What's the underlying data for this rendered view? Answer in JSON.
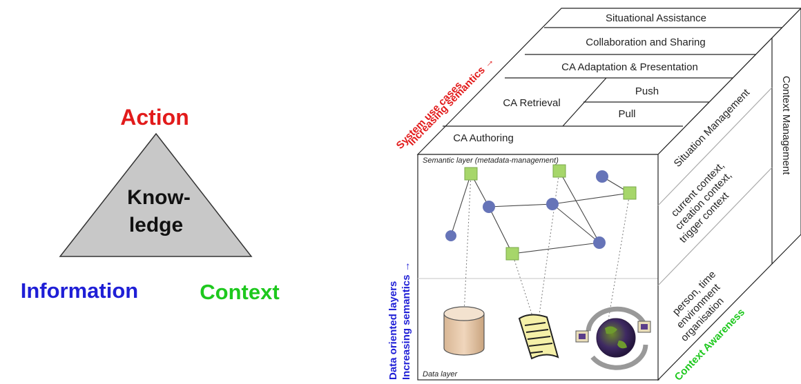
{
  "triangle": {
    "top_label": "Action",
    "center_line1": "Know-",
    "center_line2": "ledge",
    "left_label": "Information",
    "right_label": "Context",
    "colors": {
      "top": "#e21b1b",
      "left": "#1f1fd6",
      "right": "#1ec81e",
      "fill": "#c8c8c8"
    }
  },
  "cube": {
    "top_layers": {
      "situational_assistance": "Situational Assistance",
      "collaboration": "Collaboration and Sharing",
      "adaptation": "CA Adaptation & Presentation",
      "retrieval": "CA Retrieval",
      "push": "Push",
      "pull": "Pull",
      "authoring": "CA Authoring"
    },
    "front": {
      "semantic_layer": "Semantic layer (metadata-management)",
      "data_layer": "Data layer"
    },
    "side": {
      "situation_management": "Situation Management",
      "context_line1": "current context,",
      "context_line2": "creation context,",
      "context_line3": "trigger context",
      "person_line1": "person, time",
      "person_line2": "environment",
      "person_line3": "organisation",
      "context_management": "Context Management"
    },
    "axes": {
      "system_line1": "System use cases",
      "system_line2": "Increasing semantics →",
      "data_line1": "Data oriented layers",
      "data_line2": "Increasing semantics →",
      "context_awareness": "Context Awareness"
    },
    "colors": {
      "red": "#e21b1b",
      "blue": "#1f1fd6",
      "green": "#1ec81e",
      "node": "#6674b8",
      "square": "#a6d66a"
    }
  }
}
